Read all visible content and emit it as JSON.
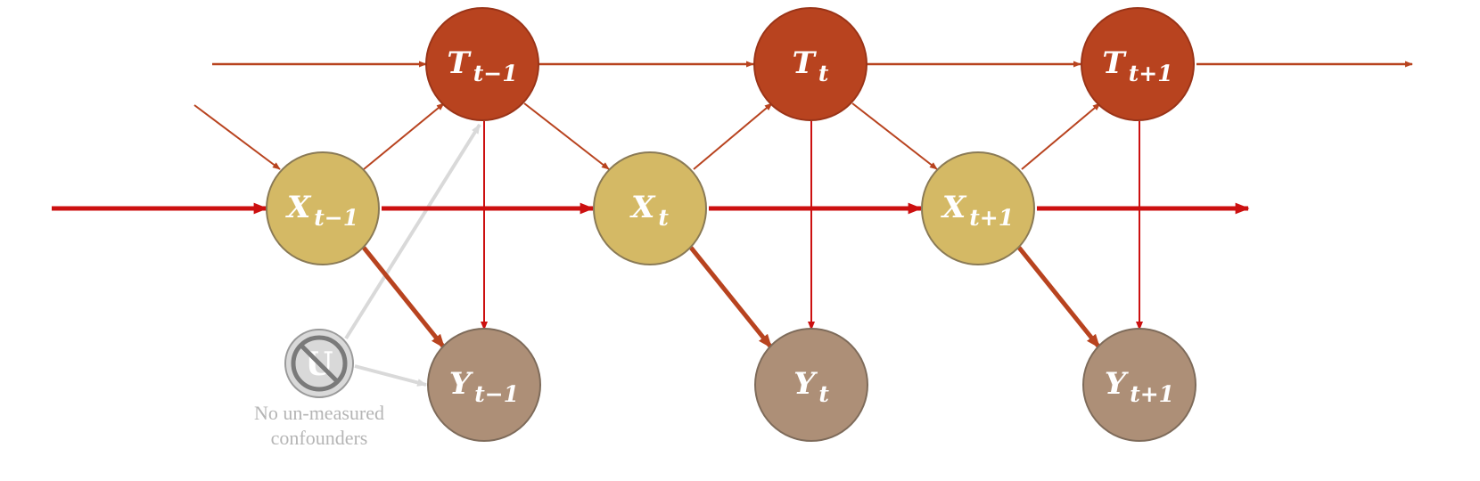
{
  "colors": {
    "treatment": "#B8431F",
    "covariate": "#D4B965",
    "outcome": "#AD8F77",
    "arrow_thin": "#B8431F",
    "arrow_red": "#CC1010",
    "confounder": "#D9D9D9",
    "note_text": "#B5B5B5"
  },
  "nodes": {
    "t_prev": {
      "base": "T",
      "sub": "t−1"
    },
    "t_cur": {
      "base": "T",
      "sub": "t"
    },
    "t_next": {
      "base": "T",
      "sub": "t+1"
    },
    "x_prev": {
      "base": "X",
      "sub": "t−1"
    },
    "x_cur": {
      "base": "X",
      "sub": "t"
    },
    "x_next": {
      "base": "X",
      "sub": "t+1"
    },
    "y_prev": {
      "base": "Y",
      "sub": "t−1"
    },
    "y_cur": {
      "base": "Y",
      "sub": "t"
    },
    "y_next": {
      "base": "Y",
      "sub": "t+1"
    }
  },
  "confounder": {
    "letter": "U",
    "icon": "prohibition-icon"
  },
  "note": {
    "line1": "No un-measured",
    "line2": "confounders"
  }
}
